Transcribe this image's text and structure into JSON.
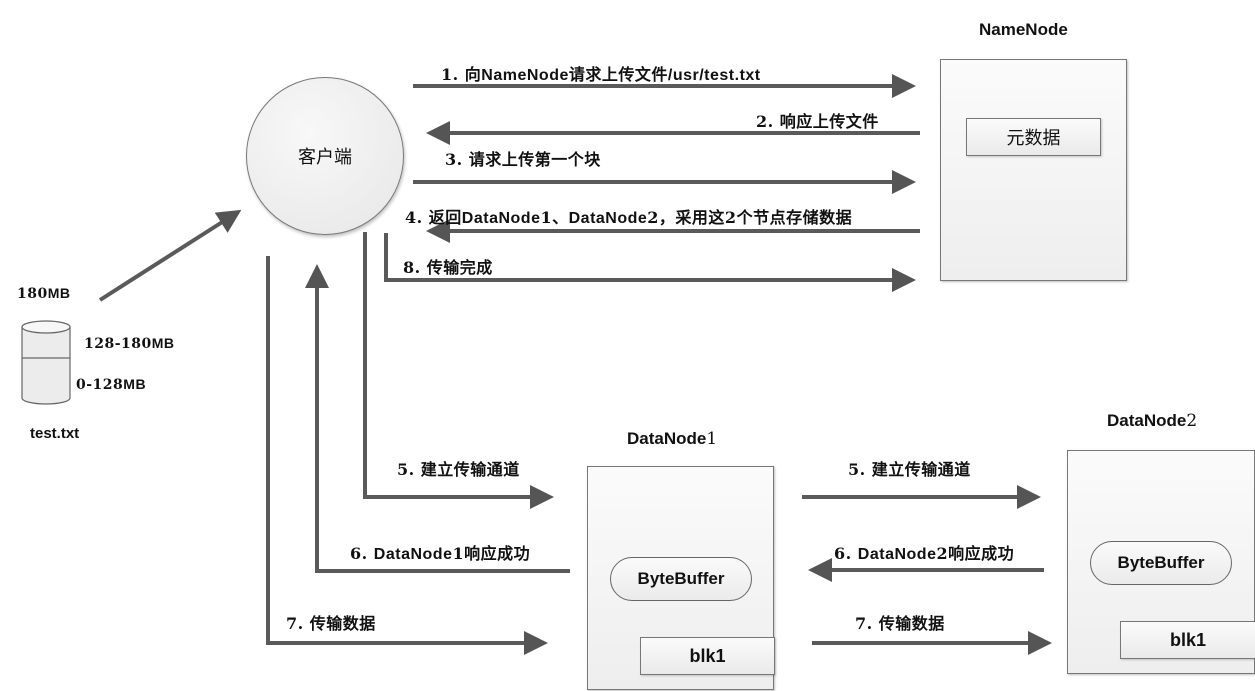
{
  "client": {
    "label": "客户端"
  },
  "file": {
    "name": "test.txt",
    "size_num": "180",
    "size_unit": "MB",
    "block2_range": "128-180",
    "block2_unit": "MB",
    "block1_range": "0-128",
    "block1_unit": "MB"
  },
  "namenode": {
    "title": "NameNode",
    "metadata_label": "元数据"
  },
  "datanode1": {
    "title_text": "DataNode",
    "title_num": "1",
    "buffer_label": "ByteBuffer",
    "block_label": "blk1"
  },
  "datanode2": {
    "title_text": "DataNode",
    "title_num": "2",
    "buffer_label": "ByteBuffer",
    "block_label": "blk1"
  },
  "steps": {
    "s1": {
      "prefix": "1. 向",
      "bold": "NameNode",
      "suffix": "请求上传文件",
      "path": "/usr/test.txt"
    },
    "s2": {
      "text": "2. 响应上传文件"
    },
    "s3": {
      "text": "3. 请求上传第一个块"
    },
    "s4": {
      "prefix": "4. 返回",
      "b1": "DataNode",
      "n1": "1、",
      "b2": "DataNode",
      "n2": "2，采用这2个节点存储数据"
    },
    "s8": {
      "text": "8. 传输完成"
    },
    "s5a": {
      "text": "5. 建立传输通道"
    },
    "s5b": {
      "text": "5. 建立传输通道"
    },
    "s6a": {
      "prefix": "6. ",
      "bold": "DataNode",
      "suffix": "1响应成功"
    },
    "s6b": {
      "prefix": "6. ",
      "bold": "DataNode",
      "suffix": "2响应成功"
    },
    "s7a": {
      "text": "7. 传输数据"
    },
    "s7b": {
      "text": "7. 传输数据"
    }
  }
}
